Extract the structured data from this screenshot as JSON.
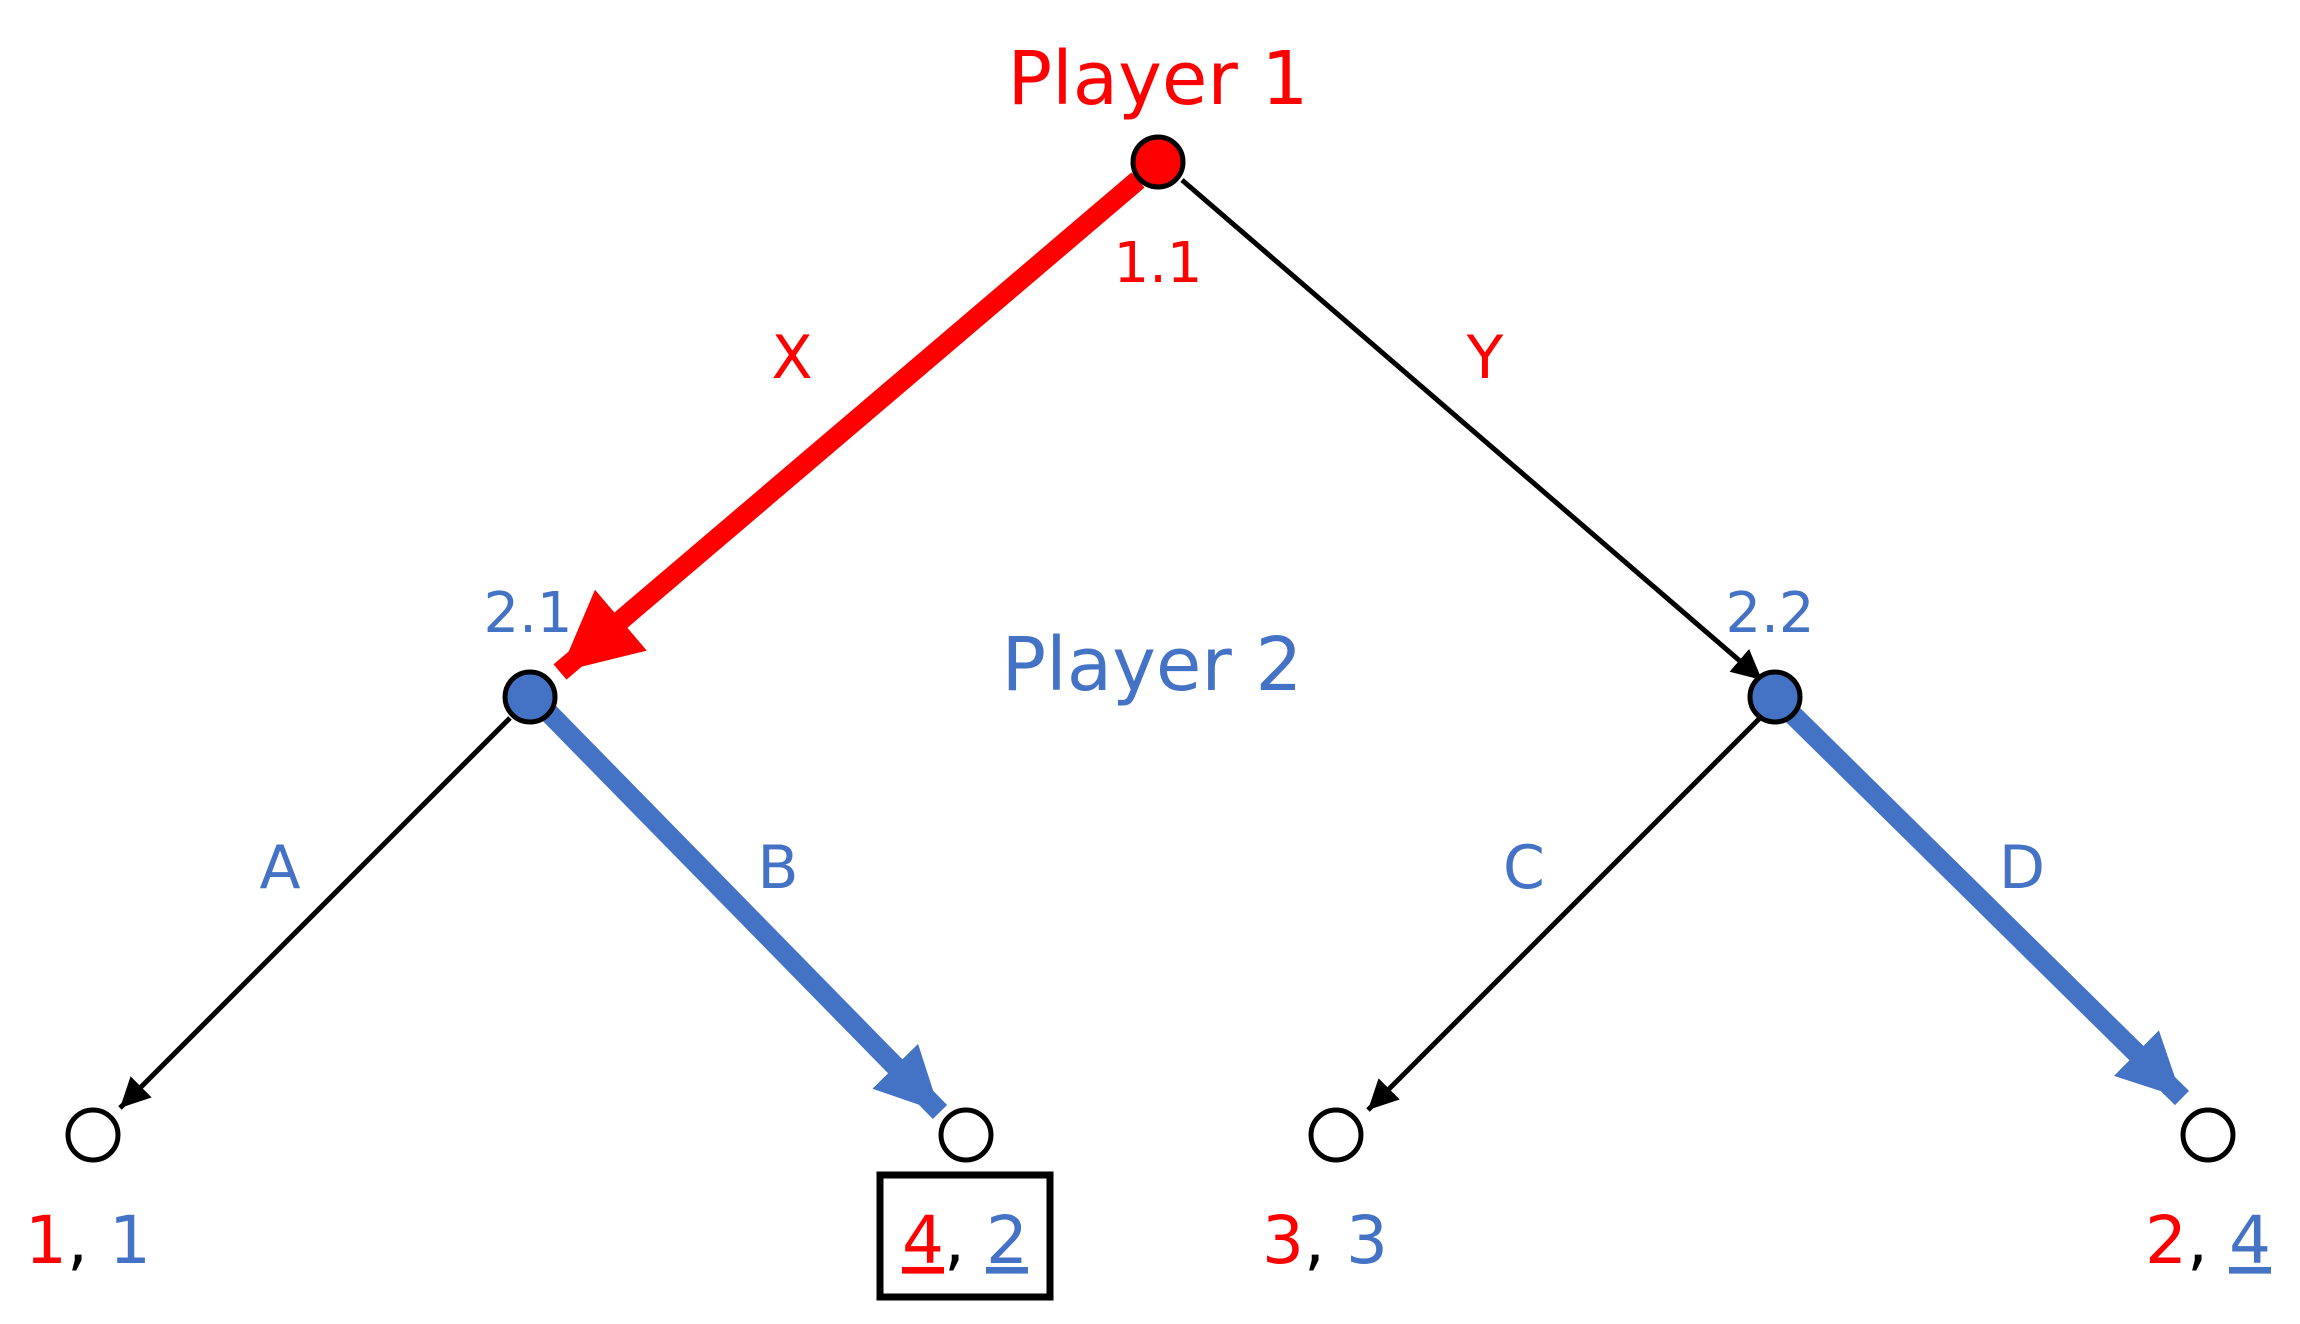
{
  "colors": {
    "player1": "#ff0000",
    "player2": "#4472c4",
    "neutral": "#000000",
    "background": "#ffffff"
  },
  "players": {
    "p1_label": "Player 1",
    "p2_label": "Player 2"
  },
  "nodes": {
    "root": "1.1",
    "left": "2.1",
    "right": "2.2"
  },
  "moves": {
    "x": "X",
    "y": "Y",
    "a": "A",
    "b": "B",
    "c": "C",
    "d": "D"
  },
  "payoffs": [
    {
      "p1": "1",
      "p2": "1",
      "p1_underlined": false,
      "p2_underlined": false,
      "boxed": false
    },
    {
      "p1": "4",
      "p2": "2",
      "p1_underlined": true,
      "p2_underlined": true,
      "boxed": true
    },
    {
      "p1": "3",
      "p2": "3",
      "p1_underlined": false,
      "p2_underlined": false,
      "boxed": false
    },
    {
      "p1": "2",
      "p2": "4",
      "p1_underlined": false,
      "p2_underlined": true,
      "boxed": false
    }
  ],
  "payoff_separator": ",",
  "highlighted_path": [
    "X",
    "B",
    "D"
  ]
}
